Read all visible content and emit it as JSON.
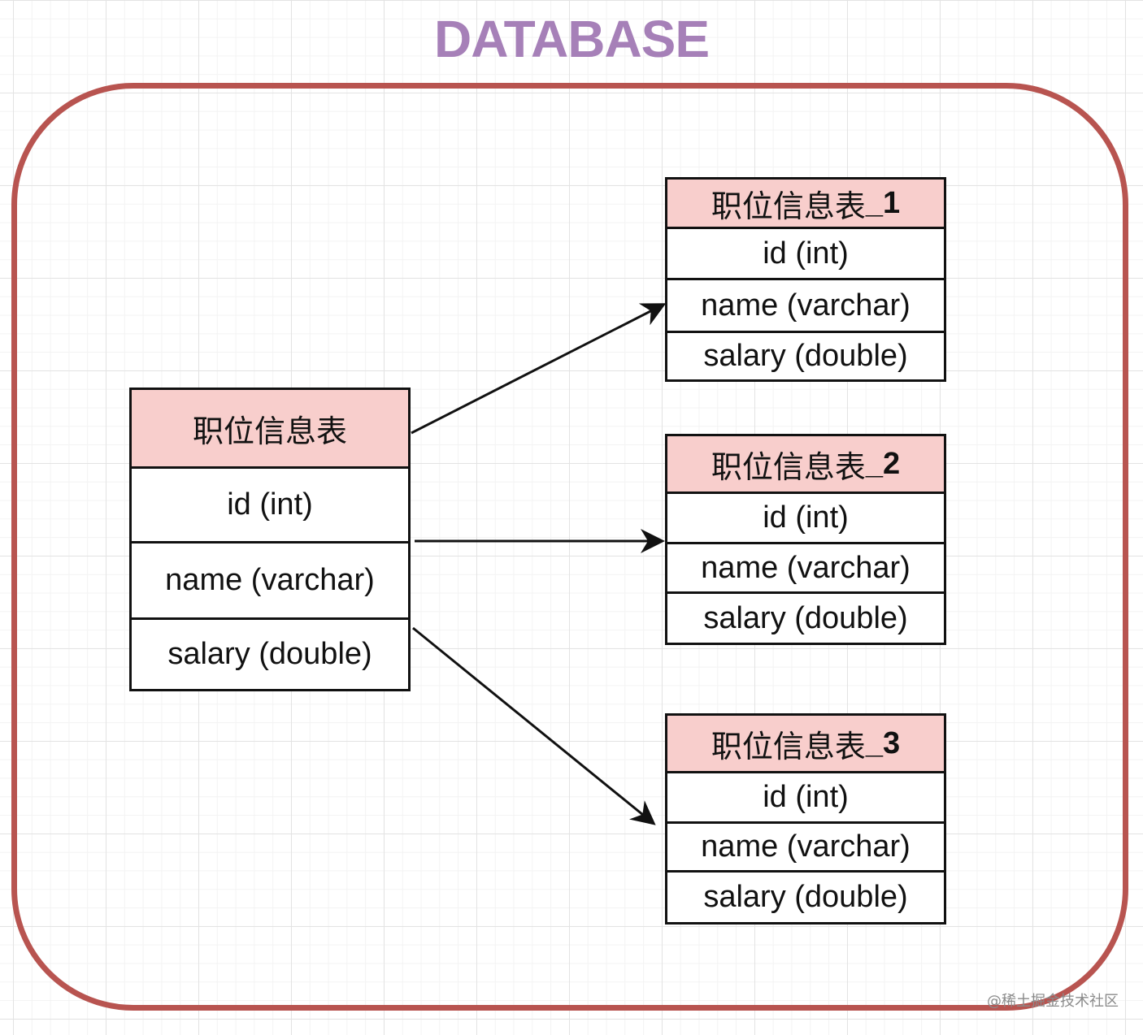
{
  "title": "DATABASE",
  "colors": {
    "title": "#a680b8",
    "frame": "#b85450",
    "header_fill": "#f8cecc",
    "border": "#111111"
  },
  "source_table": {
    "name": "职位信息表",
    "suffix": "",
    "fields": [
      "id (int)",
      "name (varchar)",
      "salary (double)"
    ]
  },
  "shard_tables": [
    {
      "name": "职位信息表",
      "suffix": "_1",
      "fields": [
        "id (int)",
        "name (varchar)",
        "salary (double)"
      ]
    },
    {
      "name": "职位信息表",
      "suffix": "_2",
      "fields": [
        "id (int)",
        "name (varchar)",
        "salary (double)"
      ]
    },
    {
      "name": "职位信息表",
      "suffix": "_3",
      "fields": [
        "id (int)",
        "name (varchar)",
        "salary (double)"
      ]
    }
  ],
  "watermark": "@稀土掘金技术社区"
}
